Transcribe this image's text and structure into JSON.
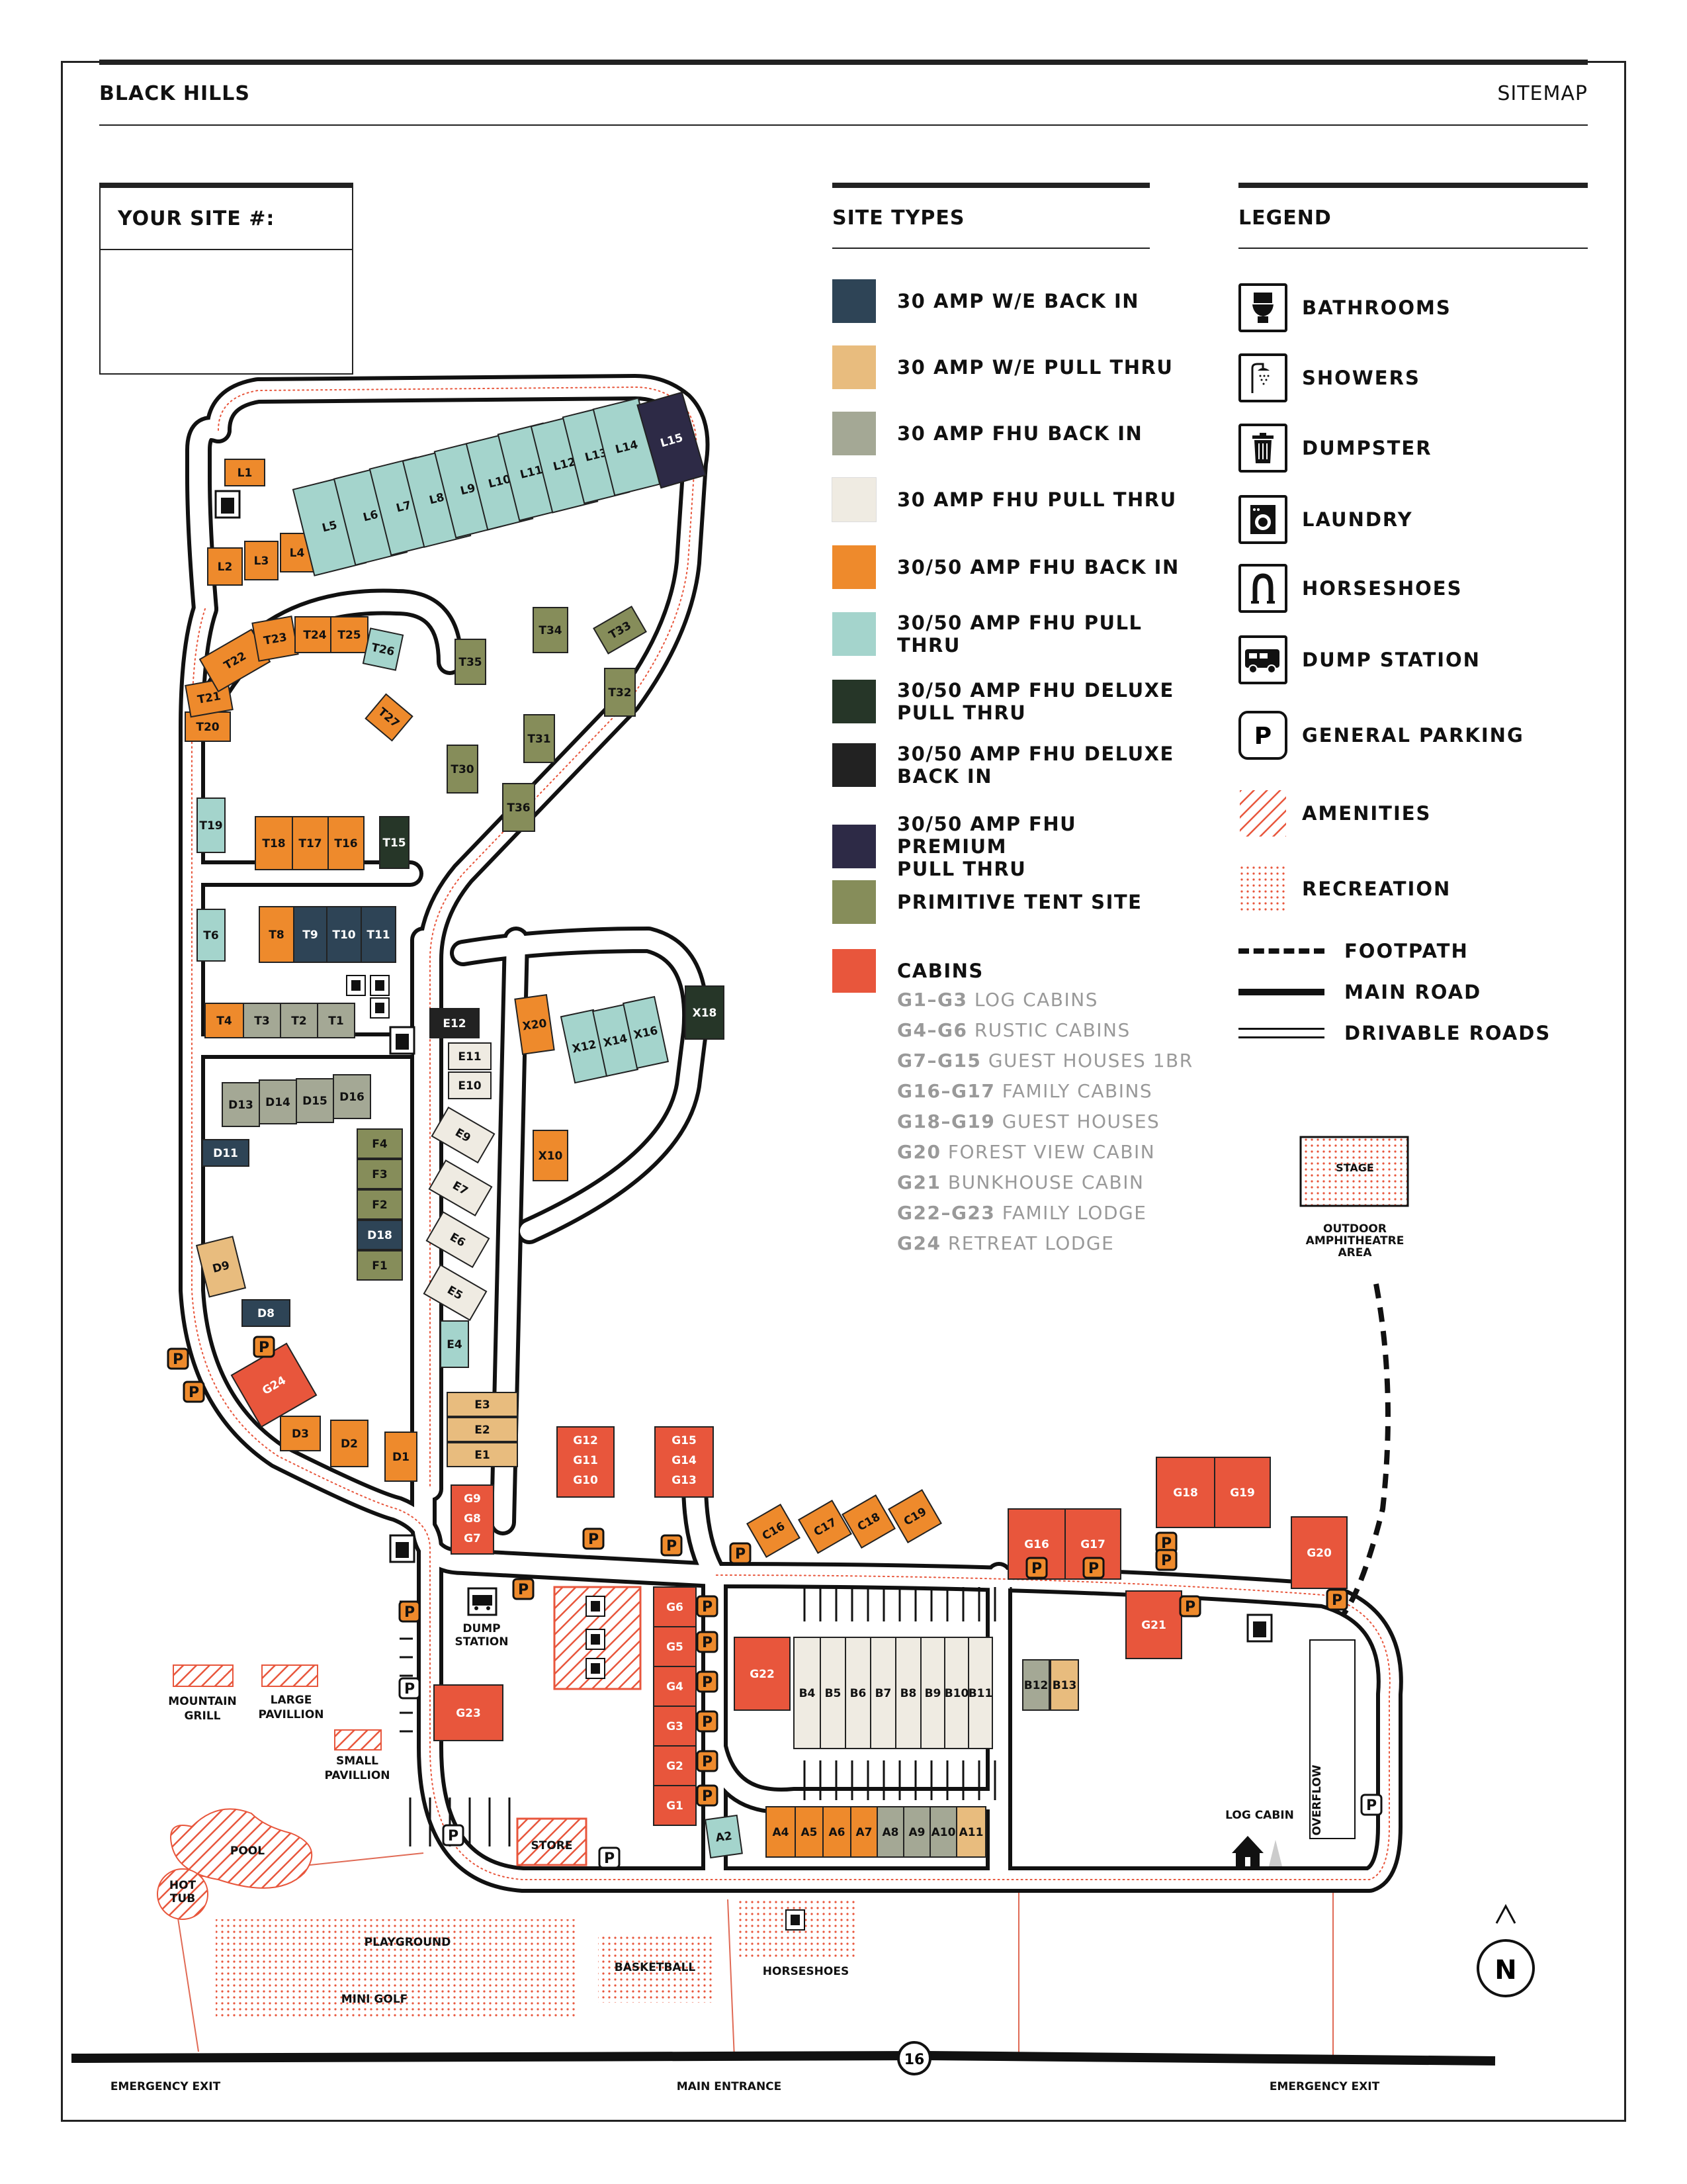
{
  "header": {
    "left": "BLACK HILLS",
    "right": "SITEMAP"
  },
  "your_site": {
    "label": "YOUR SITE #:"
  },
  "site_types": {
    "title": "SITE TYPES",
    "items": [
      {
        "label_lines": [
          "30 AMP W/E BACK IN"
        ],
        "color": "#2e4456"
      },
      {
        "label_lines": [
          "30 AMP W/E PULL THRU"
        ],
        "color": "#e8bc7e"
      },
      {
        "label_lines": [
          "30 AMP FHU BACK IN"
        ],
        "color": "#a4a895"
      },
      {
        "label_lines": [
          "30 AMP FHU PULL THRU"
        ],
        "color": "#efebe2"
      },
      {
        "label_lines": [
          "30/50 AMP FHU BACK IN"
        ],
        "color": "#ee8a2c"
      },
      {
        "label_lines": [
          "30/50 AMP FHU PULL THRU"
        ],
        "color": "#a4d4cc"
      },
      {
        "label_lines": [
          "30/50 AMP FHU DELUXE",
          "PULL THRU"
        ],
        "color": "#263628"
      },
      {
        "label_lines": [
          "30/50 AMP FHU DELUXE",
          "BACK IN"
        ],
        "color": "#222222"
      },
      {
        "label_lines": [
          "30/50 AMP FHU PREMIUM",
          "PULL THRU"
        ],
        "color": "#2d2a46"
      },
      {
        "label_lines": [
          "PRIMITIVE TENT SITE"
        ],
        "color": "#868d5a"
      },
      {
        "label_lines": [
          "CABINS"
        ],
        "color": "#e8563c"
      }
    ],
    "cabins": [
      {
        "code": "G1–G3",
        "name": "LOG CABINS"
      },
      {
        "code": "G4–G6",
        "name": "RUSTIC CABINS"
      },
      {
        "code": "G7–G15",
        "name": "GUEST HOUSES 1BR"
      },
      {
        "code": "G16–G17",
        "name": "FAMILY CABINS"
      },
      {
        "code": "G18–G19",
        "name": "GUEST HOUSES"
      },
      {
        "code": "G20",
        "name": "FOREST VIEW CABIN"
      },
      {
        "code": "G21",
        "name": "BUNKHOUSE CABIN"
      },
      {
        "code": "G22–G23",
        "name": "FAMILY LODGE"
      },
      {
        "code": "G24",
        "name": "RETREAT LODGE"
      }
    ]
  },
  "legend": {
    "title": "LEGEND",
    "items": [
      {
        "label": "BATHROOMS",
        "icon": "toilet-icon"
      },
      {
        "label": "SHOWERS",
        "icon": "shower-icon"
      },
      {
        "label": "DUMPSTER",
        "icon": "dumpster-icon"
      },
      {
        "label": "LAUNDRY",
        "icon": "washer-icon"
      },
      {
        "label": "HORSESHOES",
        "icon": "horseshoe-icon"
      },
      {
        "label": "DUMP STATION",
        "icon": "rv-icon"
      },
      {
        "label": "GENERAL PARKING",
        "icon": "parking-icon"
      },
      {
        "label": "AMENITIES",
        "icon": "hatch-swatch"
      },
      {
        "label": "RECREATION",
        "icon": "dots-swatch"
      }
    ],
    "lines": [
      {
        "label": "FOOTPATH",
        "style": "dashed"
      },
      {
        "label": "MAIN ROAD",
        "style": "thick"
      },
      {
        "label": "DRIVABLE ROADS",
        "style": "double"
      }
    ]
  },
  "map": {
    "sites": [
      {
        "id": "L1",
        "t": "ob"
      },
      {
        "id": "L2",
        "t": "ob"
      },
      {
        "id": "L3",
        "t": "ob"
      },
      {
        "id": "L4",
        "t": "ob"
      },
      {
        "id": "L5",
        "t": "tp"
      },
      {
        "id": "L6",
        "t": "tp"
      },
      {
        "id": "L7",
        "t": "tp"
      },
      {
        "id": "L8",
        "t": "tp"
      },
      {
        "id": "L9",
        "t": "tp"
      },
      {
        "id": "L10",
        "t": "tp"
      },
      {
        "id": "L11",
        "t": "tp"
      },
      {
        "id": "L12",
        "t": "tp"
      },
      {
        "id": "L13",
        "t": "tp"
      },
      {
        "id": "L14",
        "t": "tp"
      },
      {
        "id": "L15",
        "t": "prem"
      },
      {
        "id": "T20",
        "t": "ob"
      },
      {
        "id": "T21",
        "t": "ob"
      },
      {
        "id": "T22",
        "t": "ob"
      },
      {
        "id": "T23",
        "t": "ob"
      },
      {
        "id": "T24",
        "t": "ob"
      },
      {
        "id": "T25",
        "t": "ob"
      },
      {
        "id": "T26",
        "t": "tp"
      },
      {
        "id": "T27",
        "t": "ob"
      },
      {
        "id": "T19",
        "t": "tp"
      },
      {
        "id": "T18",
        "t": "ob"
      },
      {
        "id": "T17",
        "t": "ob"
      },
      {
        "id": "T16",
        "t": "ob"
      },
      {
        "id": "T15",
        "t": "dpt"
      },
      {
        "id": "T6",
        "t": "tp"
      },
      {
        "id": "T8",
        "t": "ob"
      },
      {
        "id": "T9",
        "t": "wb"
      },
      {
        "id": "T10",
        "t": "wb"
      },
      {
        "id": "T11",
        "t": "wb"
      },
      {
        "id": "T4",
        "t": "ob"
      },
      {
        "id": "T3",
        "t": "fb"
      },
      {
        "id": "T2",
        "t": "fb"
      },
      {
        "id": "T1",
        "t": "fb"
      },
      {
        "id": "T34",
        "t": "tent"
      },
      {
        "id": "T33",
        "t": "tent"
      },
      {
        "id": "T35",
        "t": "tent"
      },
      {
        "id": "T32",
        "t": "tent"
      },
      {
        "id": "T31",
        "t": "tent"
      },
      {
        "id": "T30",
        "t": "tent"
      },
      {
        "id": "T36",
        "t": "tent"
      },
      {
        "id": "D13",
        "t": "fb"
      },
      {
        "id": "D14",
        "t": "fb"
      },
      {
        "id": "D15",
        "t": "fb"
      },
      {
        "id": "D16",
        "t": "fb"
      },
      {
        "id": "D11",
        "t": "wb"
      },
      {
        "id": "D9",
        "t": "wp"
      },
      {
        "id": "D8",
        "t": "wb"
      },
      {
        "id": "D3",
        "t": "ob"
      },
      {
        "id": "D2",
        "t": "ob"
      },
      {
        "id": "D1",
        "t": "ob"
      },
      {
        "id": "D18",
        "t": "wb"
      },
      {
        "id": "F4",
        "t": "tent"
      },
      {
        "id": "F3",
        "t": "tent"
      },
      {
        "id": "F2",
        "t": "tent"
      },
      {
        "id": "F1",
        "t": "tent"
      },
      {
        "id": "E12",
        "t": "dbk"
      },
      {
        "id": "E11",
        "t": "fp"
      },
      {
        "id": "E10",
        "t": "fp"
      },
      {
        "id": "E9",
        "t": "fp"
      },
      {
        "id": "E7",
        "t": "fp"
      },
      {
        "id": "E6",
        "t": "fp"
      },
      {
        "id": "E5",
        "t": "fp"
      },
      {
        "id": "E4",
        "t": "tp"
      },
      {
        "id": "E3",
        "t": "wp"
      },
      {
        "id": "E2",
        "t": "wp"
      },
      {
        "id": "E1",
        "t": "wp"
      },
      {
        "id": "X20",
        "t": "ob"
      },
      {
        "id": "X12",
        "t": "tp"
      },
      {
        "id": "X14",
        "t": "tp"
      },
      {
        "id": "X16",
        "t": "tp"
      },
      {
        "id": "X18",
        "t": "dpt"
      },
      {
        "id": "X10",
        "t": "ob"
      },
      {
        "id": "G24",
        "t": "cab"
      },
      {
        "id": "G12",
        "t": "cab"
      },
      {
        "id": "G11",
        "t": "cab"
      },
      {
        "id": "G10",
        "t": "cab"
      },
      {
        "id": "G15",
        "t": "cab"
      },
      {
        "id": "G14",
        "t": "cab"
      },
      {
        "id": "G13",
        "t": "cab"
      },
      {
        "id": "G9",
        "t": "cab"
      },
      {
        "id": "G8",
        "t": "cab"
      },
      {
        "id": "G7",
        "t": "cab"
      },
      {
        "id": "C16",
        "t": "ob"
      },
      {
        "id": "C17",
        "t": "ob"
      },
      {
        "id": "C18",
        "t": "ob"
      },
      {
        "id": "C19",
        "t": "ob"
      },
      {
        "id": "G16",
        "t": "cab"
      },
      {
        "id": "G17",
        "t": "cab"
      },
      {
        "id": "G18",
        "t": "cab"
      },
      {
        "id": "G19",
        "t": "cab"
      },
      {
        "id": "G20",
        "t": "cab"
      },
      {
        "id": "G21",
        "t": "cab"
      },
      {
        "id": "G22",
        "t": "cab"
      },
      {
        "id": "G23",
        "t": "cab"
      },
      {
        "id": "G6",
        "t": "cab"
      },
      {
        "id": "G5",
        "t": "cab"
      },
      {
        "id": "G4",
        "t": "cab"
      },
      {
        "id": "G3",
        "t": "cab"
      },
      {
        "id": "G2",
        "t": "cab"
      },
      {
        "id": "G1",
        "t": "cab"
      },
      {
        "id": "B4",
        "t": "fp"
      },
      {
        "id": "B5",
        "t": "fp"
      },
      {
        "id": "B6",
        "t": "fp"
      },
      {
        "id": "B7",
        "t": "fp"
      },
      {
        "id": "B8",
        "t": "fp"
      },
      {
        "id": "B9",
        "t": "fp"
      },
      {
        "id": "B10",
        "t": "fp"
      },
      {
        "id": "B11",
        "t": "fp"
      },
      {
        "id": "B12",
        "t": "fb"
      },
      {
        "id": "B13",
        "t": "wp"
      },
      {
        "id": "A2",
        "t": "tp"
      },
      {
        "id": "A4",
        "t": "ob"
      },
      {
        "id": "A5",
        "t": "ob"
      },
      {
        "id": "A6",
        "t": "ob"
      },
      {
        "id": "A7",
        "t": "ob"
      },
      {
        "id": "A8",
        "t": "fb"
      },
      {
        "id": "A9",
        "t": "fb"
      },
      {
        "id": "A10",
        "t": "fb"
      },
      {
        "id": "A11",
        "t": "wp"
      }
    ],
    "labels": {
      "dump_station": [
        "DUMP",
        "STATION"
      ],
      "mountain_grill": [
        "MOUNTAIN",
        "GRILL"
      ],
      "large_pavillion": [
        "LARGE",
        "PAVILLION"
      ],
      "small_pavillion": [
        "SMALL",
        "PAVILLION"
      ],
      "pool": "POOL",
      "hot_tub": [
        "HOT",
        "TUB"
      ],
      "store": "STORE",
      "playground": "PLAYGROUND",
      "mini_golf": "MINI GOLF",
      "basketball": "BASKETBALL",
      "horseshoes": "HORSESHOES",
      "log_cabin": "LOG CABIN",
      "overflow": "OVERFLOW",
      "stage": "STAGE",
      "amphitheatre": [
        "OUTDOOR",
        "AMPHITHEATRE",
        "AREA"
      ],
      "emergency_exit_left": "EMERGENCY EXIT",
      "main_entrance": "MAIN ENTRANCE",
      "emergency_exit_right": "EMERGENCY EXIT",
      "highway": "16",
      "north": "N"
    }
  }
}
